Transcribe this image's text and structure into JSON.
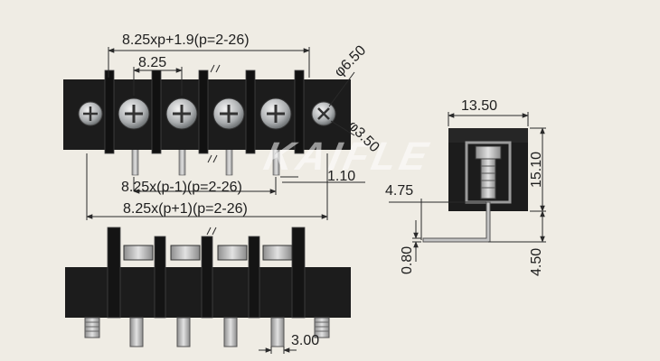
{
  "colors": {
    "background": "#efece4",
    "block": "#1c1c1c",
    "line": "#2a2a2a",
    "metal": "#b8b8b8"
  },
  "watermark": "KAIFLE",
  "dimensions": {
    "overall_pitch": "8.25xp+1.9(p=2-26)",
    "pitch": "8.25",
    "hole_dia": "φ6.50",
    "slot_dia": "φ3.50",
    "pin_offset": "1.10",
    "pins_span": "8.25x(p-1)(p=2-26)",
    "body_length": "8.25x(p+1)(p=2-26)",
    "side_width": "13.50",
    "side_height": "15.10",
    "side_pin_offset": "4.75",
    "pin_thickness": "0.80",
    "pin_length": "4.50",
    "pin_width": "3.00"
  }
}
